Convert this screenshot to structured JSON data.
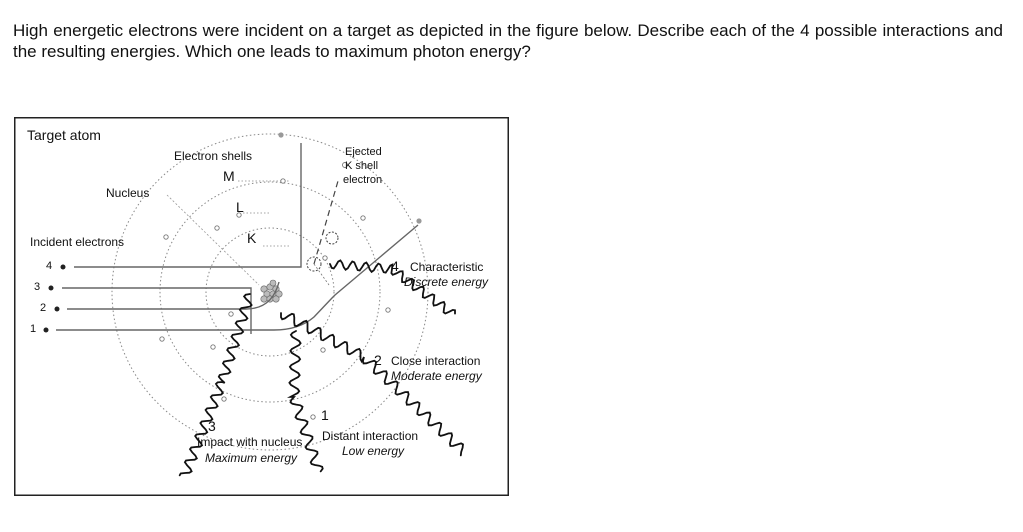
{
  "question": "High energetic electrons were incident on a target as depicted in the figure below. Describe each of the 4 possible interactions and the resulting energies. Which one leads to maximum photon energy?",
  "figure": {
    "title": "Target atom",
    "nucleus_label": "Nucleus",
    "shells_label": "Electron shells",
    "shell_names": [
      "M",
      "L",
      "K"
    ],
    "ejected_label": [
      "Ejected",
      "K shell",
      "electron"
    ],
    "incident_label": "Incident electrons",
    "electron_numbers": [
      "4",
      "3",
      "2",
      "1"
    ],
    "interactions": [
      {
        "number": "4",
        "name": "Characteristic",
        "energy": "Discrete energy"
      },
      {
        "number": "2",
        "name": "Close interaction",
        "energy": "Moderate energy"
      },
      {
        "number": "3",
        "name": "Impact with nucleus",
        "energy": "Maximum energy"
      },
      {
        "number": "1",
        "name": "Distant interaction",
        "energy": "Low energy"
      }
    ]
  }
}
